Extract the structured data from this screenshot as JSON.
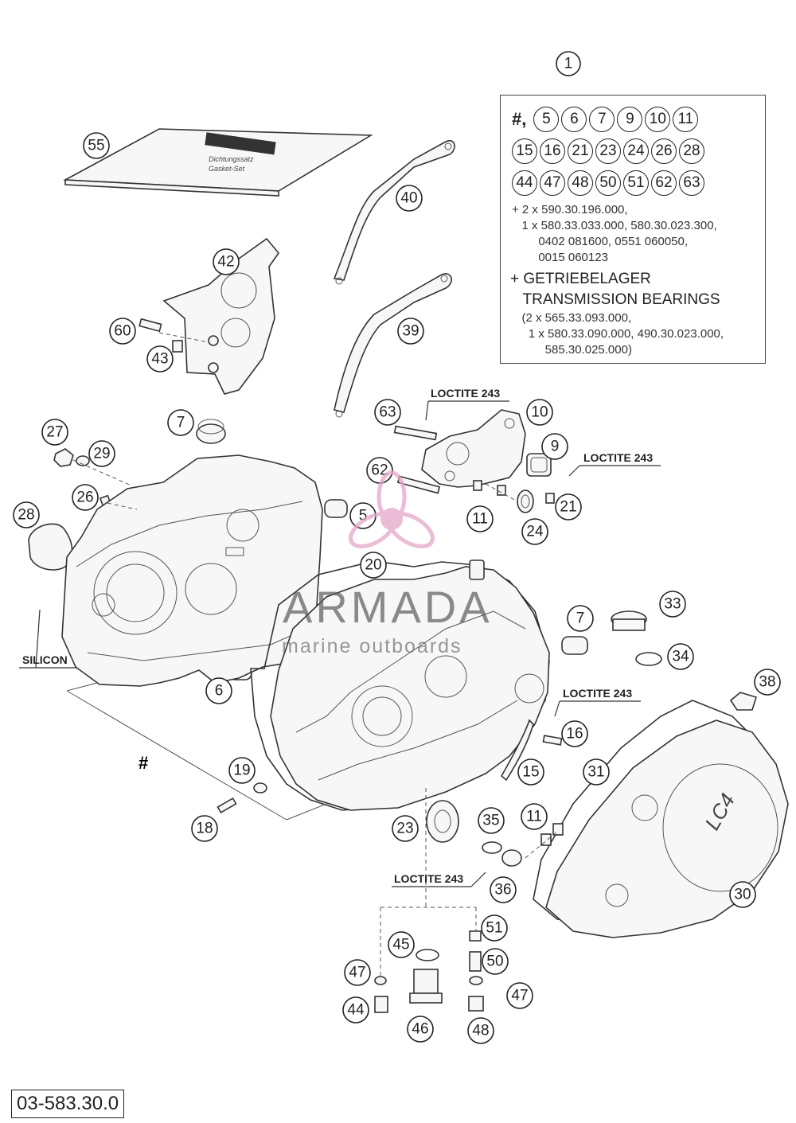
{
  "page": {
    "diagram_code": "03-583.30.0",
    "watermark": {
      "title": "ARMADA",
      "subtitle": "marine outboards"
    }
  },
  "kit": {
    "hash_mark": "#,",
    "items_row1": [
      "5",
      "6",
      "7",
      "9",
      "10",
      "11"
    ],
    "items_row2": [
      "15",
      "16",
      "21",
      "23",
      "24",
      "26",
      "28"
    ],
    "items_row3": [
      "44",
      "47",
      "48",
      "50",
      "51",
      "62",
      "63"
    ],
    "line1": "+ 2 x 590.30.196.000,",
    "line2": "   1 x 580.33.033.000, 580.30.023.300,",
    "line3": "        0402 081600, 0551 060050,",
    "line4": "        0015 060123",
    "bearings_de": "+ GETRIEBELAGER",
    "bearings_en": "   TRANSMISSION BEARINGS",
    "line5": "   (2 x 565.33.093.000,",
    "line6": "     1 x 580.33.090.000, 490.30.023.000,",
    "line7": "          585.30.025.000)"
  },
  "notes": {
    "loctite_1": "LOCTITE 243",
    "loctite_2": "LOCTITE 243",
    "loctite_3": "LOCTITE 243",
    "loctite_4": "LOCTITE 243",
    "silicon": "SILICON",
    "hash_label": "#"
  },
  "callouts": {
    "c1": "1",
    "c55": "55",
    "c40": "40",
    "c42": "42",
    "c39": "39",
    "c60": "60",
    "c43": "43",
    "c7a": "7",
    "c27": "27",
    "c29": "29",
    "c26": "26",
    "c28": "28",
    "c5": "5",
    "c63": "63",
    "c10": "10",
    "c9": "9",
    "c62": "62",
    "c11a": "11",
    "c24": "24",
    "c21": "21",
    "c20": "20",
    "c7b": "7",
    "c33": "33",
    "c34": "34",
    "c6": "6",
    "c16": "16",
    "c38": "38",
    "c19": "19",
    "c15": "15",
    "c31": "31",
    "c18": "18",
    "c23": "23",
    "c35": "35",
    "c11b": "11",
    "c36": "36",
    "c30": "30",
    "c51": "51",
    "c45": "45",
    "c50": "50",
    "c47a": "47",
    "c47b": "47",
    "c44": "44",
    "c46": "46",
    "c48": "48"
  },
  "colors": {
    "watermark_pink": "#e4a6c8",
    "line": "#333333"
  }
}
